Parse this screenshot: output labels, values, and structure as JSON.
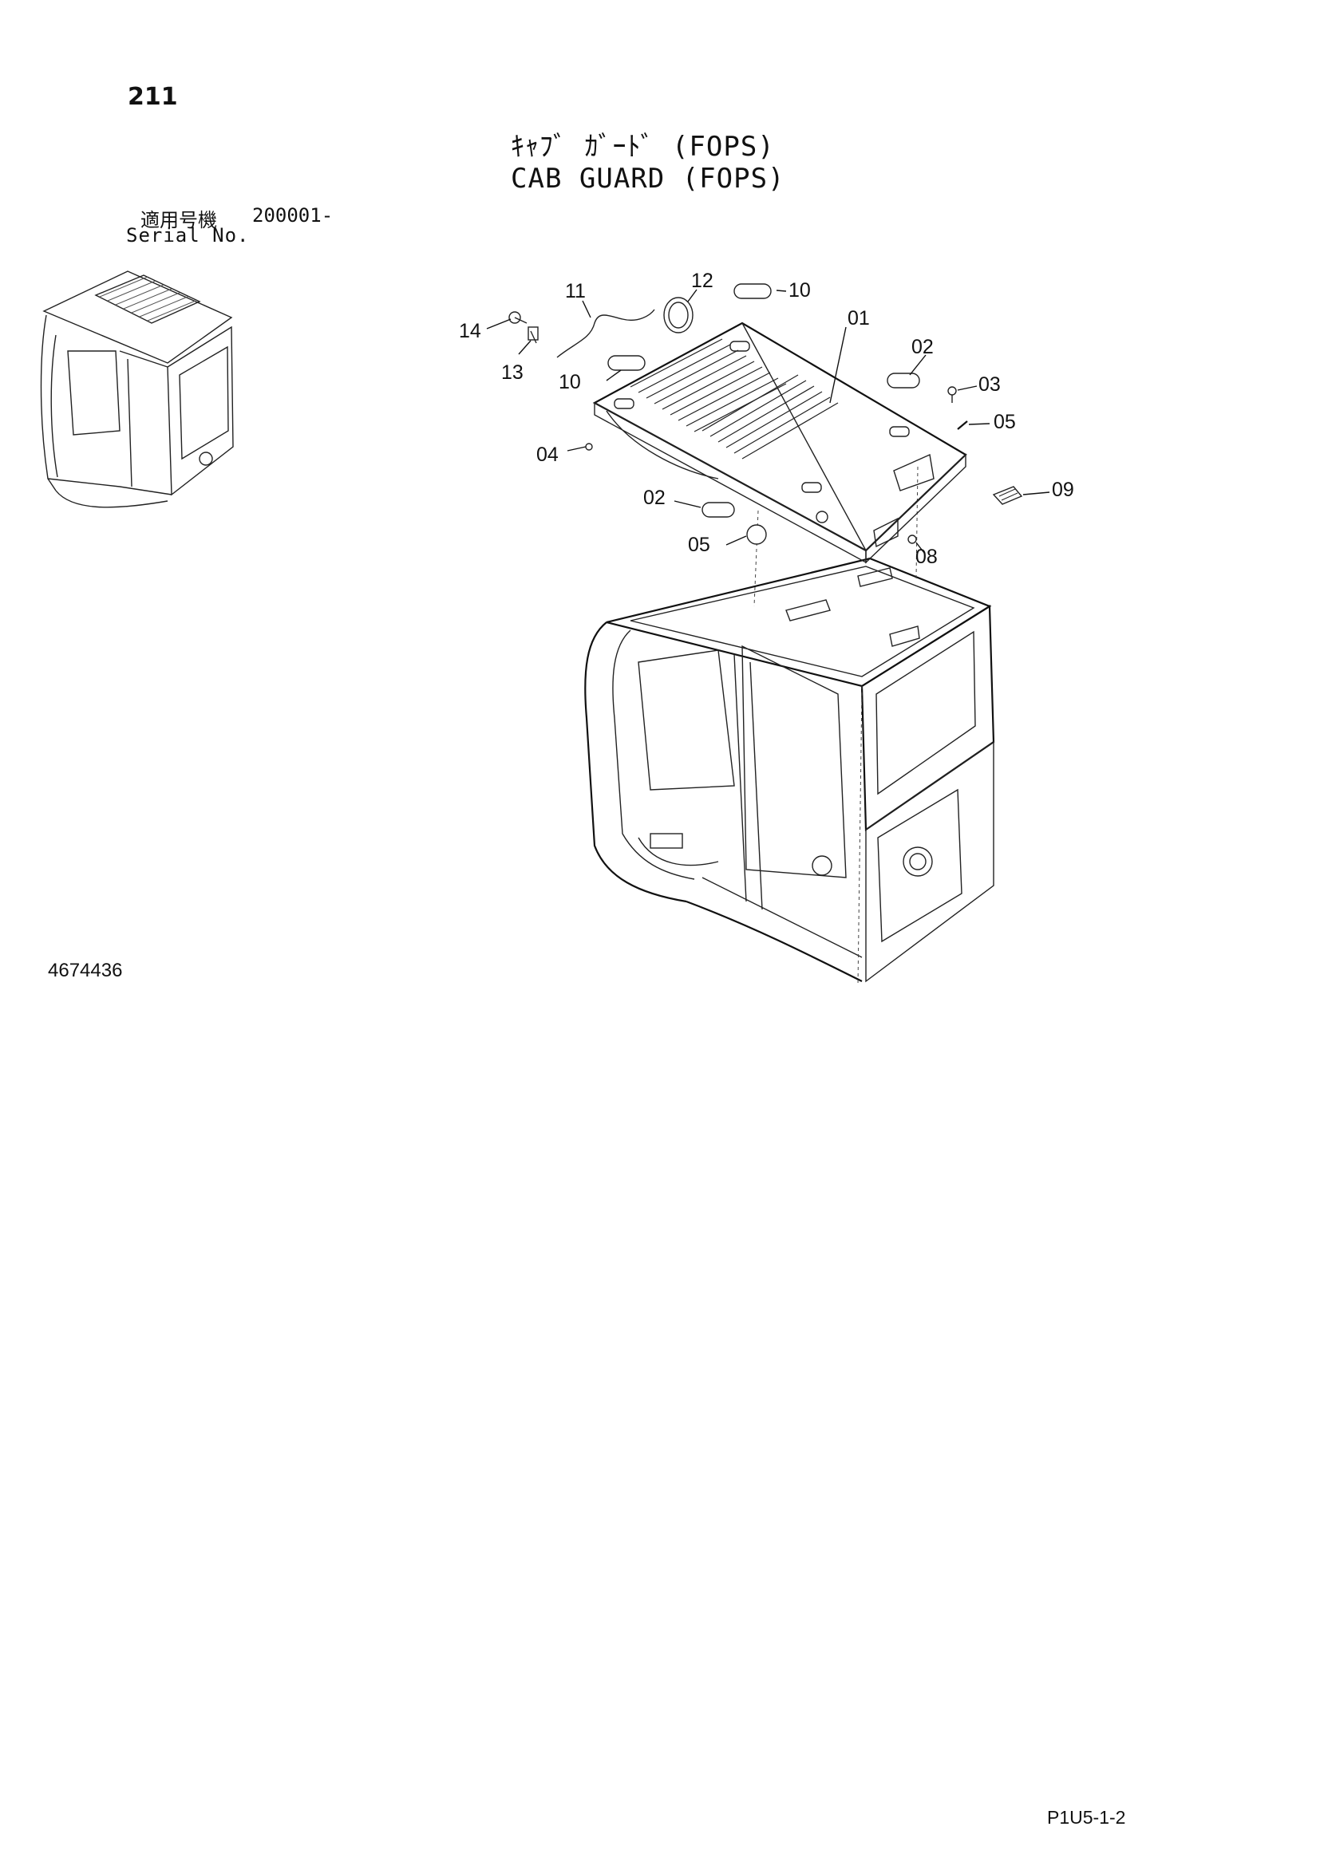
{
  "page": {
    "number": "211",
    "code": "P1U5-1-2",
    "drawing_number": "4674436"
  },
  "title": {
    "jp": "ｷｬﾌﾞ ｶﾞｰﾄﾞ (FOPS)",
    "en": "CAB GUARD (FOPS)"
  },
  "serial": {
    "label_jp": "適用号機",
    "label_en": "Serial No.",
    "value": "200001-"
  },
  "callouts": [
    "01",
    "02",
    "02",
    "03",
    "04",
    "05",
    "05",
    "08",
    "09",
    "10",
    "10",
    "11",
    "12",
    "13",
    "14"
  ]
}
